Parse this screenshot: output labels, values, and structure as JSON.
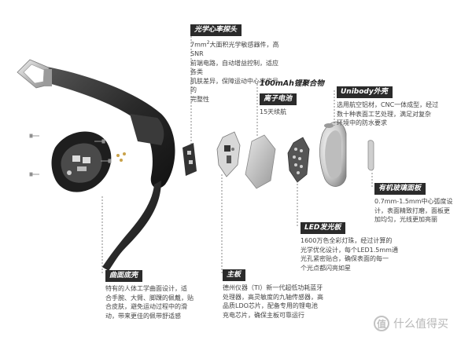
{
  "labels": {
    "sensor": {
      "title": "光学心率探头",
      "desc_prefix": "7mm",
      "desc_sup": "2",
      "desc_rest": "大面积光学敏感器件，高SNR\n前端电路，自动增益控制，适应各类\n肌肤差异，保障运动中心率信号的\n完整性"
    },
    "battery": {
      "title": "100mAh锂聚合物",
      "title2": "离子电池",
      "desc": "15天续航"
    },
    "shell": {
      "title": "Unibody外壳",
      "desc": "选用航空铝材，CNC一体成型，经过\n数十种表面工艺处理，满足对复杂\n环境中的防水要求"
    },
    "glass": {
      "title": "有机玻璃面板",
      "desc": "0.7mm-1.5mm中心弧度设\n计，表面精致打磨，面板更\n加均匀，光线更加亮丽"
    },
    "led": {
      "title": "LED发光板",
      "desc": "1600万色全彩灯珠，经过计算的\n光学优化设计，每个LED1.5mm通\n光孔紧密贴合，确保表面的每一\n个光点都闪亮如星"
    },
    "board": {
      "title": "主板",
      "desc": "德州仪器（TI）新一代超低功耗蓝牙\n处理器，高灵敏度的九轴传感器，高\n品质LDO芯片，配备专用的锂电池\n充电芯片，确保主板可靠运行"
    },
    "base": {
      "title": "曲面底壳",
      "desc": "特有的人体工学曲面设计，适\n合手腕、大臂、脚踝的佩戴，贴\n合皮肤，避免运动过程中的滑\n动，带来更佳的佩带舒适感"
    }
  },
  "watermark": {
    "icon_glyph": "值",
    "text": "什么值得买"
  },
  "colors": {
    "strap": "#2a2a2a",
    "metal": "#c8c8c8",
    "title_bg": "#2b2b2b",
    "leader": "#555555"
  }
}
